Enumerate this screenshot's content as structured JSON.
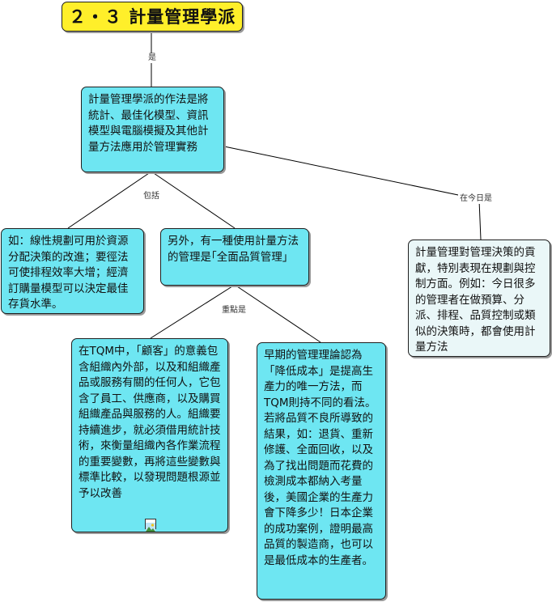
{
  "root": {
    "title": "２・３ 計量管理學派"
  },
  "labels": {
    "is": "是",
    "includes": "包括",
    "today": "在今日是",
    "focus": "重點是"
  },
  "nodes": {
    "main": "計量管理學派的作法是將統計、最佳化模型、資訊模型與電腦模擬及其他計量方法應用於管理實務",
    "example": "如：線性規劃可用於資源分配決策的改進；要徑法可使排程效率大增；經濟訂購量模型可以決定最佳存貨水準。",
    "tqm_intro": "另外，有一種使用計量方法的管理是｢全面品質管理」",
    "customer": "在TQM中，「顧客」的意義包含組織內外部，以及和組織產品或服務有關的任何人，它包含了員工、供應商，以及購買組織產品與服務的人。組織要持續進步，就必須借用統計技術，來衡量組織內各作業流程的重要變數，再將這些變數與標準比較，以發現問題根源並予以改善",
    "cost": "早期的管理理論認為「降低成本」是提高生產力的唯一方法，而TQM則持不同的看法。若將品質不良所導致的結果，如：退貨、重新修護、全面回收，以及為了找出問題而花費的檢測成本都納入考量後，美國企業的生產力會下降多少！日本企業的成功案例，證明最高品質的製造商，也可以是最低成本的生產者。",
    "today_contrib": "計量管理對管理決策的貢獻，特別表現在規劃與控制方面。例如：今日很多的管理者在做預算、分派、排程、品質控制或類似的決策時，都會使用計量方法"
  }
}
